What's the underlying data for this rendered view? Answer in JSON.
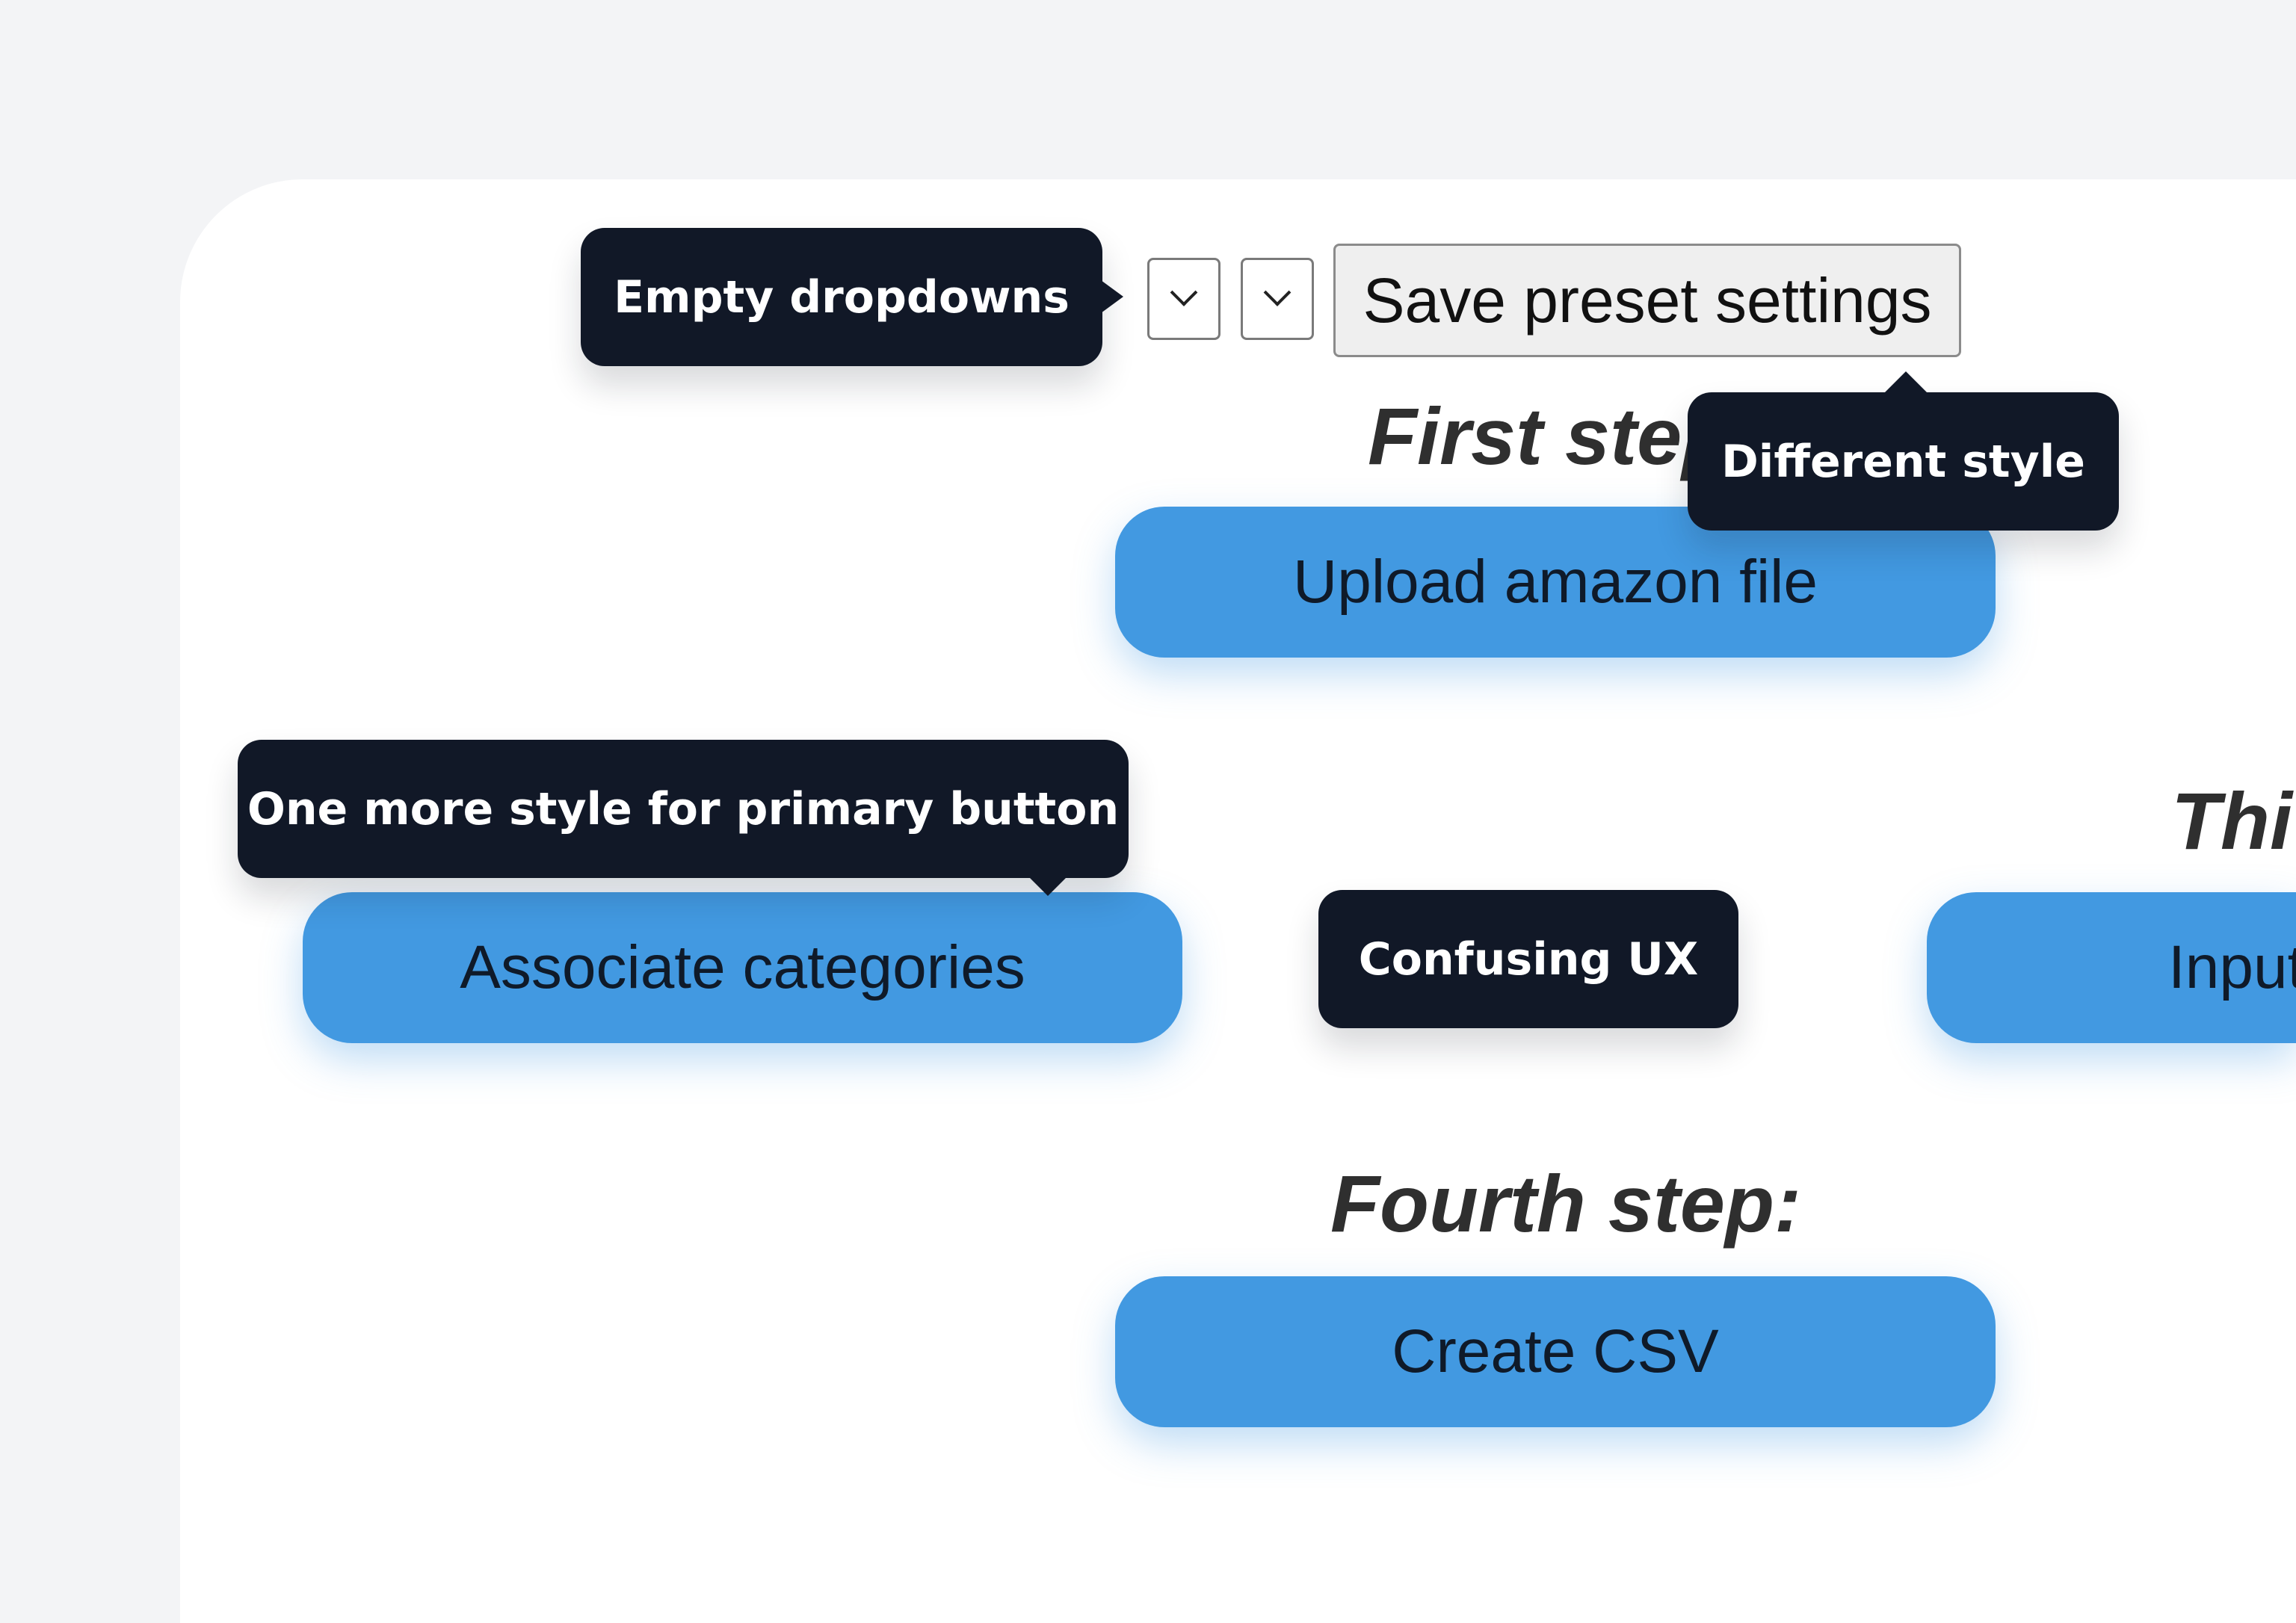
{
  "annotations": {
    "empty_dropdowns": "Empty dropdowns",
    "different_style": "Different style",
    "primary_button_style": "One more style for primary button",
    "confusing_ux": "Confusing UX"
  },
  "toolbar": {
    "dropdown_icon": "chevron-down-icon",
    "save_preset_label": "Save preset settings"
  },
  "steps": {
    "first_heading": "First step",
    "first_button": "Upload amazon file",
    "second_button": "Associate categories",
    "third_heading": "Thi",
    "third_button": "Input",
    "fourth_heading": "Fourth step:",
    "fourth_button": "Create CSV"
  },
  "colors": {
    "primary_button": "#4299e1",
    "tooltip_bg": "#111827",
    "background": "#f3f4f6"
  }
}
